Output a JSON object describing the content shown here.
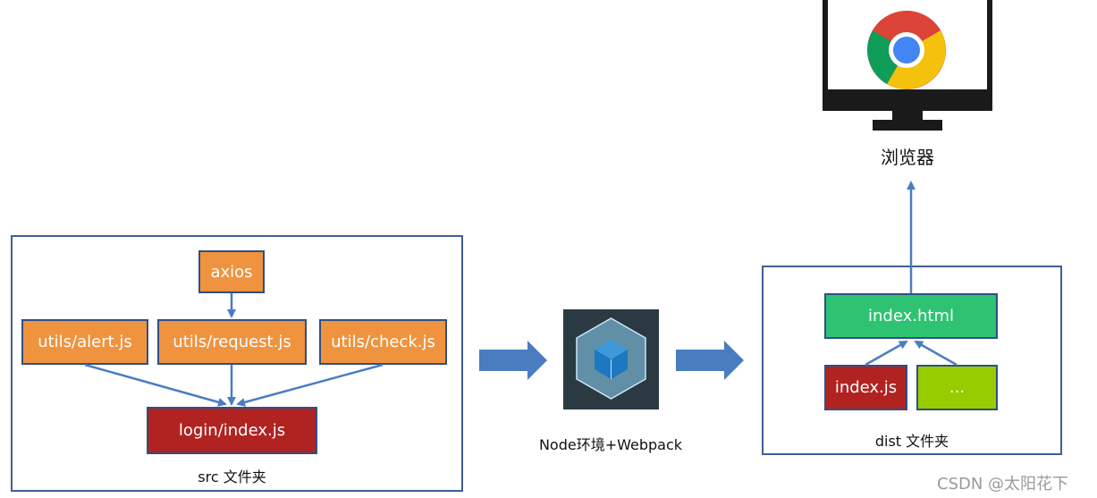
{
  "src": {
    "axios": "axios",
    "alert": "utils/alert.js",
    "request": "utils/request.js",
    "check": "utils/check.js",
    "login": "login/index.js",
    "caption": "src 文件夹"
  },
  "webpack": {
    "caption": "Node环境+Webpack"
  },
  "dist": {
    "html": "index.html",
    "js": "index.js",
    "more": "...",
    "caption": "dist 文件夹"
  },
  "browser": {
    "label": "浏览器"
  },
  "watermark": "CSDN @太阳花下",
  "colors": {
    "frame": "#3e5f97",
    "arrow": "#4a7dc0",
    "orange": "#f0933e",
    "red": "#b02321",
    "green": "#2ec372",
    "lime": "#97cc00"
  }
}
